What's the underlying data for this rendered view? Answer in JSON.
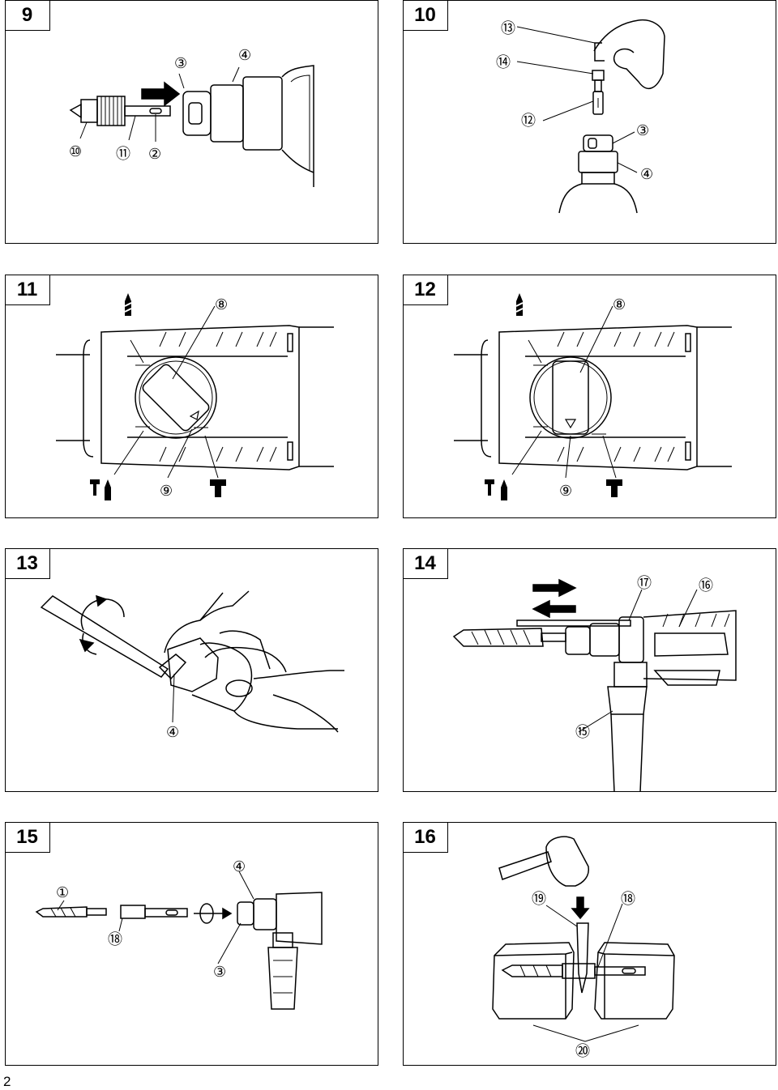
{
  "page_number": "2",
  "figures": [
    {
      "number": "9",
      "callouts": [
        "③",
        "④",
        "⑩",
        "⑪",
        "②"
      ]
    },
    {
      "number": "10",
      "callouts": [
        "⑬",
        "⑭",
        "⑫",
        "③",
        "④"
      ]
    },
    {
      "number": "11",
      "callouts": [
        "⑧",
        "⑨"
      ]
    },
    {
      "number": "12",
      "callouts": [
        "⑧",
        "⑨"
      ]
    },
    {
      "number": "13",
      "callouts": [
        "④"
      ]
    },
    {
      "number": "14",
      "callouts": [
        "⑰",
        "⑯",
        "⑮"
      ]
    },
    {
      "number": "15",
      "callouts": [
        "④",
        "①",
        "⑱",
        "③"
      ]
    },
    {
      "number": "16",
      "callouts": [
        "⑲",
        "⑱",
        "⑳"
      ]
    }
  ],
  "icons": [
    "drill-bit-icon",
    "hammer-icon",
    "rotation-arrow-icon",
    "push-arrow-icon"
  ]
}
